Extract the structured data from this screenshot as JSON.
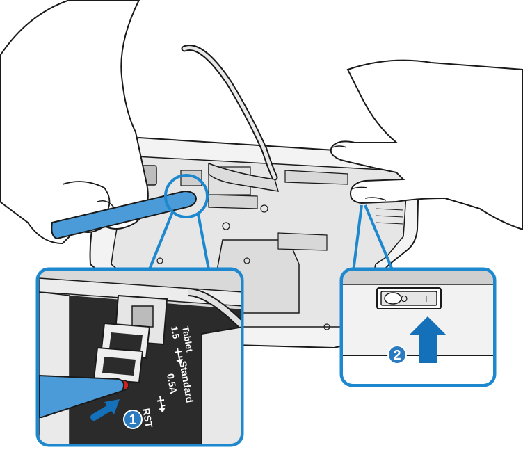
{
  "callouts": {
    "step1": "1",
    "step2": "2"
  },
  "port_labels": {
    "rst": "RST",
    "standard": "Standard",
    "standard_current": "0.5A",
    "tablet": "Tablet",
    "tablet_current": "1.5"
  },
  "switch": {
    "off_symbol": "O",
    "on_symbol": "I"
  },
  "colors": {
    "accent_blue": "#1e88cf",
    "tool_blue": "#4a9bd8",
    "arrow_blue": "#1470b8",
    "badge_blue": "#2a7bc0",
    "line_dark": "#1a1a1a",
    "device_gray": "#e8e8e8",
    "device_shadow": "#bdbdbd",
    "reset_red": "#cc2222"
  },
  "icons": [
    "reset-button-icon",
    "usb-symbol-icon",
    "power-switch-icon",
    "up-arrow-icon",
    "press-arrow-icon"
  ]
}
